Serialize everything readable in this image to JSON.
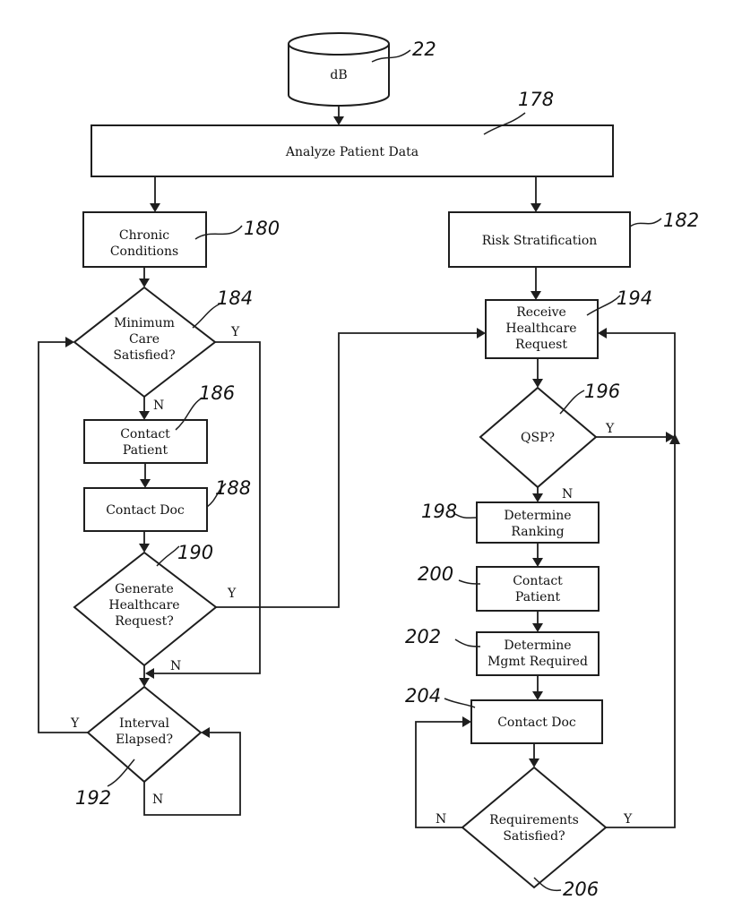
{
  "nodes": {
    "db": {
      "ref": "22",
      "lines": [
        "dB"
      ]
    },
    "analyze": {
      "ref": "178",
      "lines": [
        "Analyze Patient Data"
      ]
    },
    "chronic": {
      "ref": "180",
      "lines": [
        "Chronic",
        "Conditions"
      ]
    },
    "risk": {
      "ref": "182",
      "lines": [
        "Risk Stratification"
      ]
    },
    "min_care": {
      "ref": "184",
      "lines": [
        "Minimum",
        "Care",
        "Satisfied?"
      ]
    },
    "contact_patient_1": {
      "ref": "186",
      "lines": [
        "Contact",
        "Patient"
      ]
    },
    "contact_doc_1": {
      "ref": "188",
      "lines": [
        "Contact Doc"
      ]
    },
    "generate": {
      "ref": "190",
      "lines": [
        "Generate",
        "Healthcare",
        "Request?"
      ]
    },
    "interval": {
      "ref": "192",
      "lines": [
        "Interval",
        "Elapsed?"
      ]
    },
    "receive": {
      "ref": "194",
      "lines": [
        "Receive",
        "Healthcare",
        "Request"
      ]
    },
    "qsp": {
      "ref": "196",
      "lines": [
        "QSP?"
      ]
    },
    "ranking": {
      "ref": "198",
      "lines": [
        "Determine",
        "Ranking"
      ]
    },
    "contact_patient_2": {
      "ref": "200",
      "lines": [
        "Contact",
        "Patient"
      ]
    },
    "mgmt": {
      "ref": "202",
      "lines": [
        "Determine",
        "Mgmt Required"
      ]
    },
    "contact_doc_2": {
      "ref": "204",
      "lines": [
        "Contact Doc"
      ]
    },
    "requirements": {
      "ref": "206",
      "lines": [
        "Requirements",
        "Satisfied?"
      ]
    }
  },
  "branch_labels": {
    "yes": "Y",
    "no": "N"
  },
  "colors": {
    "ink": "#1e1e1e",
    "paper": "#ffffff"
  }
}
